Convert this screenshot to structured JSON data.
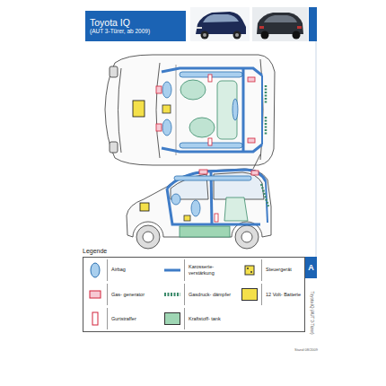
{
  "diagram": {
    "nodes": [
      {
        "text": [
          "Toyota IQ",
          "(AUT 3-Türer, ab 2009)"
        ]
      },
      {
        "text": [
          "A"
        ]
      }
    ],
    "labels": [
      "Legende",
      "Toyota iQ (AUT 3-Türer)",
      "Stand 08/2009"
    ],
    "legend": [
      {
        "text": "Airbag"
      },
      {
        "text": "Gas- generator"
      },
      {
        "text": "Gurtstraffer"
      },
      {
        "text": "Karosserie- verstärkung"
      },
      {
        "text": "Gasdruck- dämpfer"
      },
      {
        "text": "Kraftstoff- tank",
        "color": "#9fd6b4"
      },
      {
        "text": "Steuergerät"
      },
      {
        "text": "12 Volt- Batterie",
        "color": "#f4e04a"
      }
    ]
  }
}
